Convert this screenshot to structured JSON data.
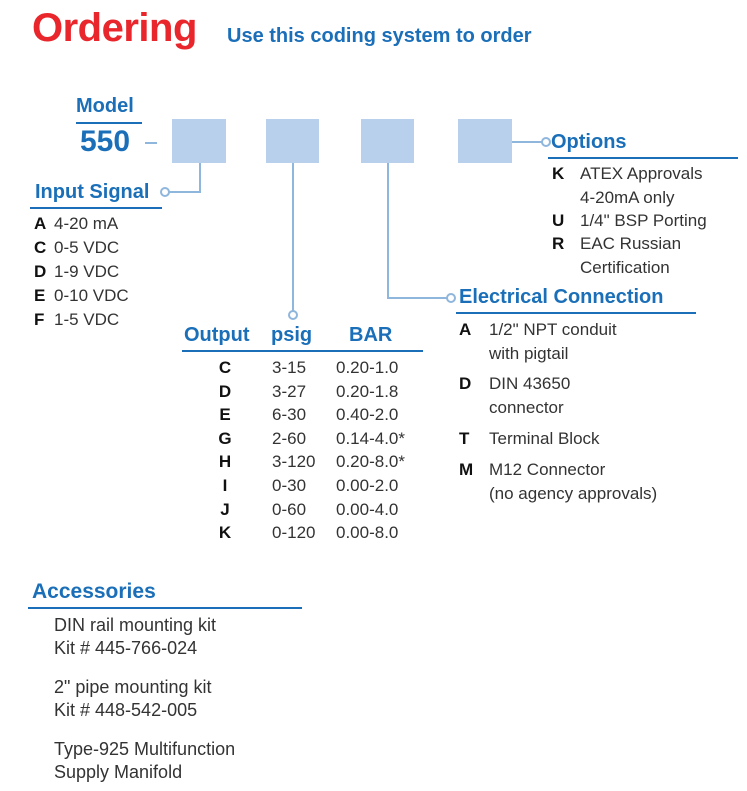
{
  "header": {
    "title": "Ordering",
    "subtitle": "Use this coding system to order"
  },
  "model": {
    "label": "Model",
    "number": "550"
  },
  "input_signal": {
    "title": "Input Signal",
    "items": [
      {
        "code": "A",
        "text": "4-20 mA"
      },
      {
        "code": "C",
        "text": "0-5 VDC"
      },
      {
        "code": "D",
        "text": "1-9 VDC"
      },
      {
        "code": "E",
        "text": "0-10 VDC"
      },
      {
        "code": "F",
        "text": "1-5 VDC"
      }
    ]
  },
  "output": {
    "headers": [
      "Output",
      "psig",
      "BAR"
    ],
    "rows": [
      {
        "code": "C",
        "psig": "3-15",
        "bar": "0.20-1.0"
      },
      {
        "code": "D",
        "psig": "3-27",
        "bar": "0.20-1.8"
      },
      {
        "code": "E",
        "psig": "6-30",
        "bar": "0.40-2.0"
      },
      {
        "code": "G",
        "psig": "2-60",
        "bar": "0.14-4.0*"
      },
      {
        "code": "H",
        "psig": "3-120",
        "bar": "0.20-8.0*"
      },
      {
        "code": "I",
        "psig": "0-30",
        "bar": "0.00-2.0"
      },
      {
        "code": "J",
        "psig": "0-60",
        "bar": "0.00-4.0"
      },
      {
        "code": "K",
        "psig": "0-120",
        "bar": "0.00-8.0"
      }
    ]
  },
  "options": {
    "title": "Options",
    "items": [
      {
        "code": "K",
        "line1": "ATEX Approvals",
        "line2": "4-20mA only"
      },
      {
        "code": "U",
        "line1": "1/4\" BSP Porting",
        "line2": ""
      },
      {
        "code": "R",
        "line1": "EAC Russian",
        "line2": "Certification"
      }
    ]
  },
  "electrical": {
    "title": "Electrical Connection",
    "items": [
      {
        "code": "A",
        "line1": "1/2\" NPT conduit",
        "line2": "with pigtail"
      },
      {
        "code": "D",
        "line1": "DIN 43650",
        "line2": "connector"
      },
      {
        "code": "T",
        "line1": "Terminal Block",
        "line2": ""
      },
      {
        "code": "M",
        "line1": "M12 Connector",
        "line2": "(no agency approvals)"
      }
    ]
  },
  "accessories": {
    "title": "Accessories",
    "items": [
      {
        "line1": "DIN rail mounting kit",
        "line2": "Kit # 445-766-024"
      },
      {
        "line1": "2\" pipe mounting kit",
        "line2": "Kit # 448-542-005"
      },
      {
        "line1": "Type-925 Multifunction",
        "line2": "Supply Manifold"
      }
    ]
  },
  "colors": {
    "title_red": "#e8262b",
    "brand_blue": "#1a6fb8",
    "box_fill": "#b9d0ec",
    "connector": "#8fb6dd"
  }
}
